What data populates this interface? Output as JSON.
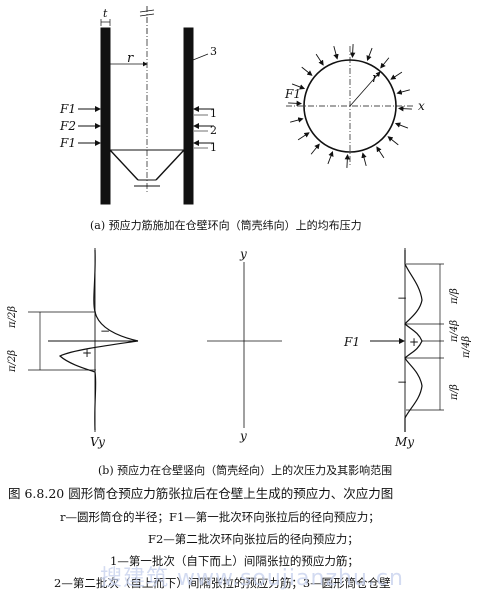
{
  "panel_a": {
    "caption": "(a) 预应力筋施加在仓壁环向（筒壳纬向）上的均布压力",
    "labels": {
      "t": "t",
      "r": "r",
      "F1": "F1",
      "F2": "F2",
      "F1b": "F1",
      "n1a": "1",
      "n2": "2",
      "n1b": "1",
      "n3": "3",
      "r2": "r",
      "F1c": "F1",
      "x": "x"
    }
  },
  "panel_b": {
    "caption": "(b) 预应力在仓壁竖向（筒壳经向）上的次压力及其影响范围",
    "labels": {
      "Vy": "Vy",
      "My": "My",
      "y_top": "y",
      "y_bot": "y",
      "F1": "F1",
      "pi_2b_a": "π/2β",
      "pi_2b_b": "π/2β",
      "pi_b_a": "π/β",
      "pi_4b_a": "π/4β",
      "pi_4b_b": "π/4β",
      "pi_b_b": "π/β",
      "minus_left": "−",
      "plus_left": "+",
      "minus_r1": "−",
      "plus_r": "+",
      "minus_r2": "−"
    }
  },
  "figure": {
    "title": "图 6.8.20   圆形筒仓预应力筋张拉后在仓壁上生成的预应力、次应力图",
    "legend": [
      "r—圆形筒仓的半径；F1—第一批次环向张拉后的径向预应力；",
      "F2—第二批次环向张拉后的径向预应力；",
      "1—第一批次（自下而上）间隔张拉的预应力筋；",
      "2—第二批次（自上而下）间隔张拉的预应力筋；3—圆形筒仓仓壁"
    ]
  },
  "watermark": "搜建筑 www.soujianzhu.cn"
}
